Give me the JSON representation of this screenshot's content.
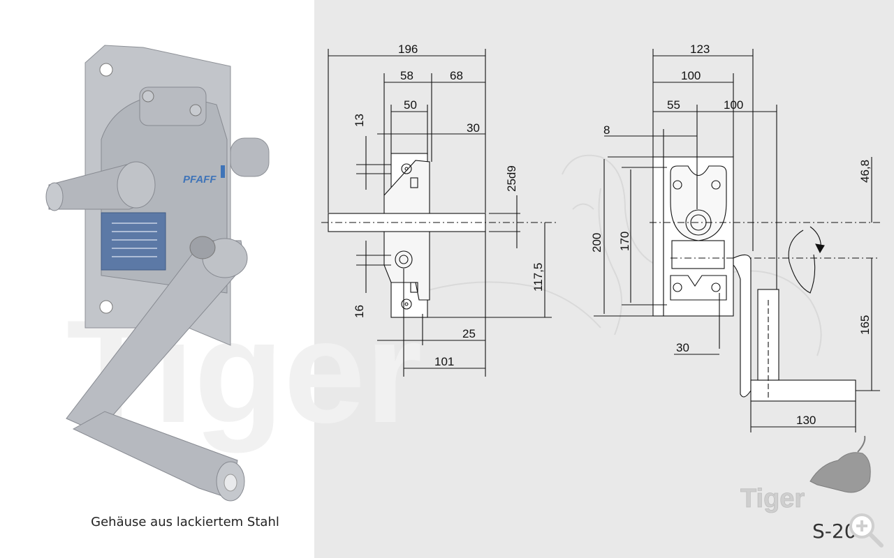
{
  "caption": "Gehäuse aus lackiertem Stahl",
  "model_label": "S-20",
  "brand": {
    "watermark_text": "Tiger",
    "logo_text": "Tiger",
    "plate_brand": "PFAFF"
  },
  "colors": {
    "background_right": "#e9e9e9",
    "background_left": "#ffffff",
    "metal": "#b9bcc1",
    "line": "#111111",
    "plate_blue": "#3f74b8"
  },
  "icons": {
    "zoom": "zoom-in-magnifier-icon"
  },
  "front_view": {
    "dims": {
      "overall_width": "196",
      "upper_left": "58",
      "upper_right": "68",
      "inner": "50",
      "top_offset": "13",
      "right_offset": "30",
      "shaft": "25d9",
      "height_to_center": "117,5",
      "bottom_offset": "16",
      "lower_small": "25",
      "lower_width": "101"
    }
  },
  "side_view": {
    "dims": {
      "overall": "123",
      "mid": "100",
      "left_part": "55",
      "right_part": "100",
      "plate": "8",
      "height": "200",
      "hole_spacing": "170",
      "top_offset": "46,8",
      "crank_offset": "30",
      "crank_height": "165",
      "crank_length": "130"
    }
  }
}
